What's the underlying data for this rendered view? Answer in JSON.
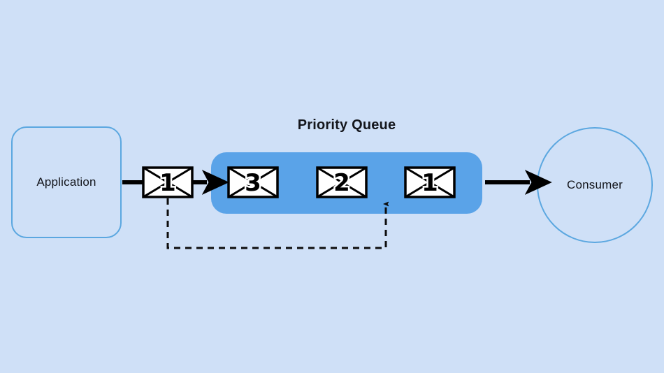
{
  "diagram": {
    "title": "Priority Queue",
    "background_color": "#cfe0f7",
    "accent_color": "#5aa3e8",
    "node_stroke_color": "#5ba7e0",
    "arrow_color": "#000000"
  },
  "nodes": {
    "application": {
      "label": "Application",
      "shape": "rounded-rectangle"
    },
    "consumer": {
      "label": "Consumer",
      "shape": "circle"
    },
    "queue": {
      "label": "Priority Queue",
      "shape": "rounded-rectangle"
    }
  },
  "messages": {
    "incoming": {
      "number": "1",
      "icon": "envelope-icon"
    },
    "in_queue": [
      {
        "number": "3",
        "icon": "envelope-icon"
      },
      {
        "number": "2",
        "icon": "envelope-icon"
      },
      {
        "number": "1",
        "icon": "envelope-icon"
      }
    ]
  },
  "connectors": [
    {
      "name": "application-to-message",
      "style": "solid",
      "direction": "right"
    },
    {
      "name": "message-to-queue",
      "style": "solid",
      "direction": "right"
    },
    {
      "name": "queue-to-consumer",
      "style": "solid",
      "direction": "right"
    },
    {
      "name": "message-reinsert-feedback",
      "style": "dashed",
      "direction": "up"
    }
  ]
}
